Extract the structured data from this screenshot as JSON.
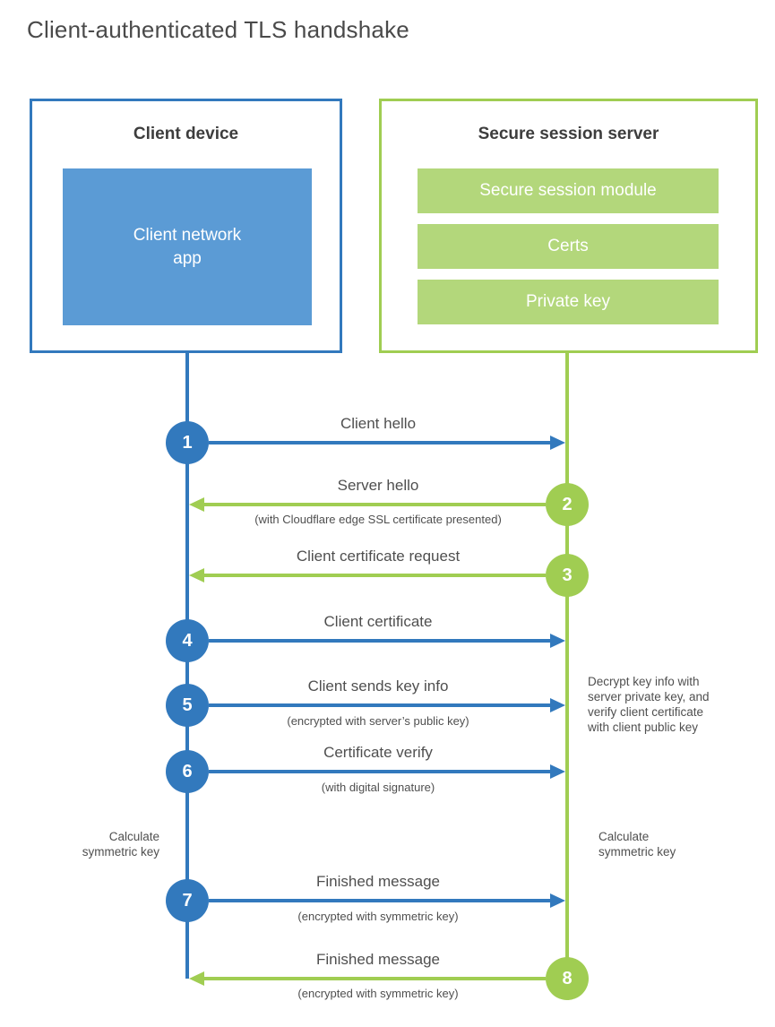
{
  "title": "Client-authenticated TLS handshake",
  "colors": {
    "blue": "#3279bd",
    "blue_fill": "#5b9bd5",
    "green": "#a0cd52",
    "green_fill": "#b3d77b",
    "text_dark": "#3d3d3d",
    "text_mid": "#4f4f4f"
  },
  "client_box": {
    "title": "Client device",
    "app_label": "Client network\napp"
  },
  "server_box": {
    "title": "Secure session server",
    "modules": [
      {
        "label": "Secure session module"
      },
      {
        "label": "Certs"
      },
      {
        "label": "Private key"
      }
    ]
  },
  "steps": [
    {
      "num": "1",
      "from": "client",
      "label": "Client hello",
      "sub": ""
    },
    {
      "num": "2",
      "from": "server",
      "label": "Server hello",
      "sub": "(with Cloudflare edge SSL certificate presented)"
    },
    {
      "num": "3",
      "from": "server",
      "label": "Client certificate request",
      "sub": ""
    },
    {
      "num": "4",
      "from": "client",
      "label": "Client certificate",
      "sub": ""
    },
    {
      "num": "5",
      "from": "client",
      "label": "Client sends key info",
      "sub": "(encrypted with server’s public key)"
    },
    {
      "num": "6",
      "from": "client",
      "label": "Certificate verify",
      "sub": "(with digital signature)"
    },
    {
      "num": "7",
      "from": "client",
      "label": "Finished message",
      "sub": "(encrypted with symmetric key)"
    },
    {
      "num": "8",
      "from": "server",
      "label": "Finished message",
      "sub": "(encrypted with symmetric key)"
    }
  ],
  "annotations": {
    "decrypt_note": "Decrypt key info with\nserver private key, and\nverify client certificate\nwith client public key",
    "calculate_left": "Calculate\nsymmetric key",
    "calculate_right": "Calculate\nsymmetric key"
  }
}
